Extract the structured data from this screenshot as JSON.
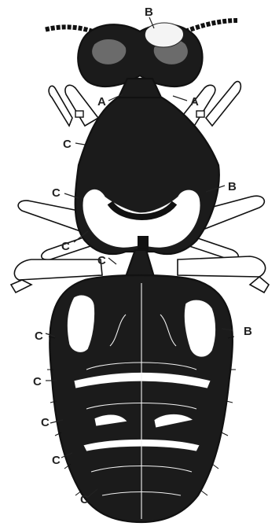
{
  "figure": {
    "labels": [
      {
        "id": "b-head",
        "text": "B"
      },
      {
        "id": "a-left",
        "text": "A"
      },
      {
        "id": "a-right",
        "text": "A"
      },
      {
        "id": "c-1",
        "text": "C"
      },
      {
        "id": "b-thorax",
        "text": "B"
      },
      {
        "id": "c-2",
        "text": "C"
      },
      {
        "id": "c-3",
        "text": "C"
      },
      {
        "id": "c-4",
        "text": "C"
      },
      {
        "id": "b-abdomen",
        "text": "B"
      },
      {
        "id": "c-5",
        "text": "C"
      },
      {
        "id": "c-6",
        "text": "C"
      },
      {
        "id": "c-7",
        "text": "C"
      },
      {
        "id": "c-8",
        "text": "C"
      },
      {
        "id": "c-9",
        "text": "C"
      }
    ],
    "colors": {
      "ink": "#111111",
      "paper": "#ffffff",
      "label": "#222222"
    }
  }
}
